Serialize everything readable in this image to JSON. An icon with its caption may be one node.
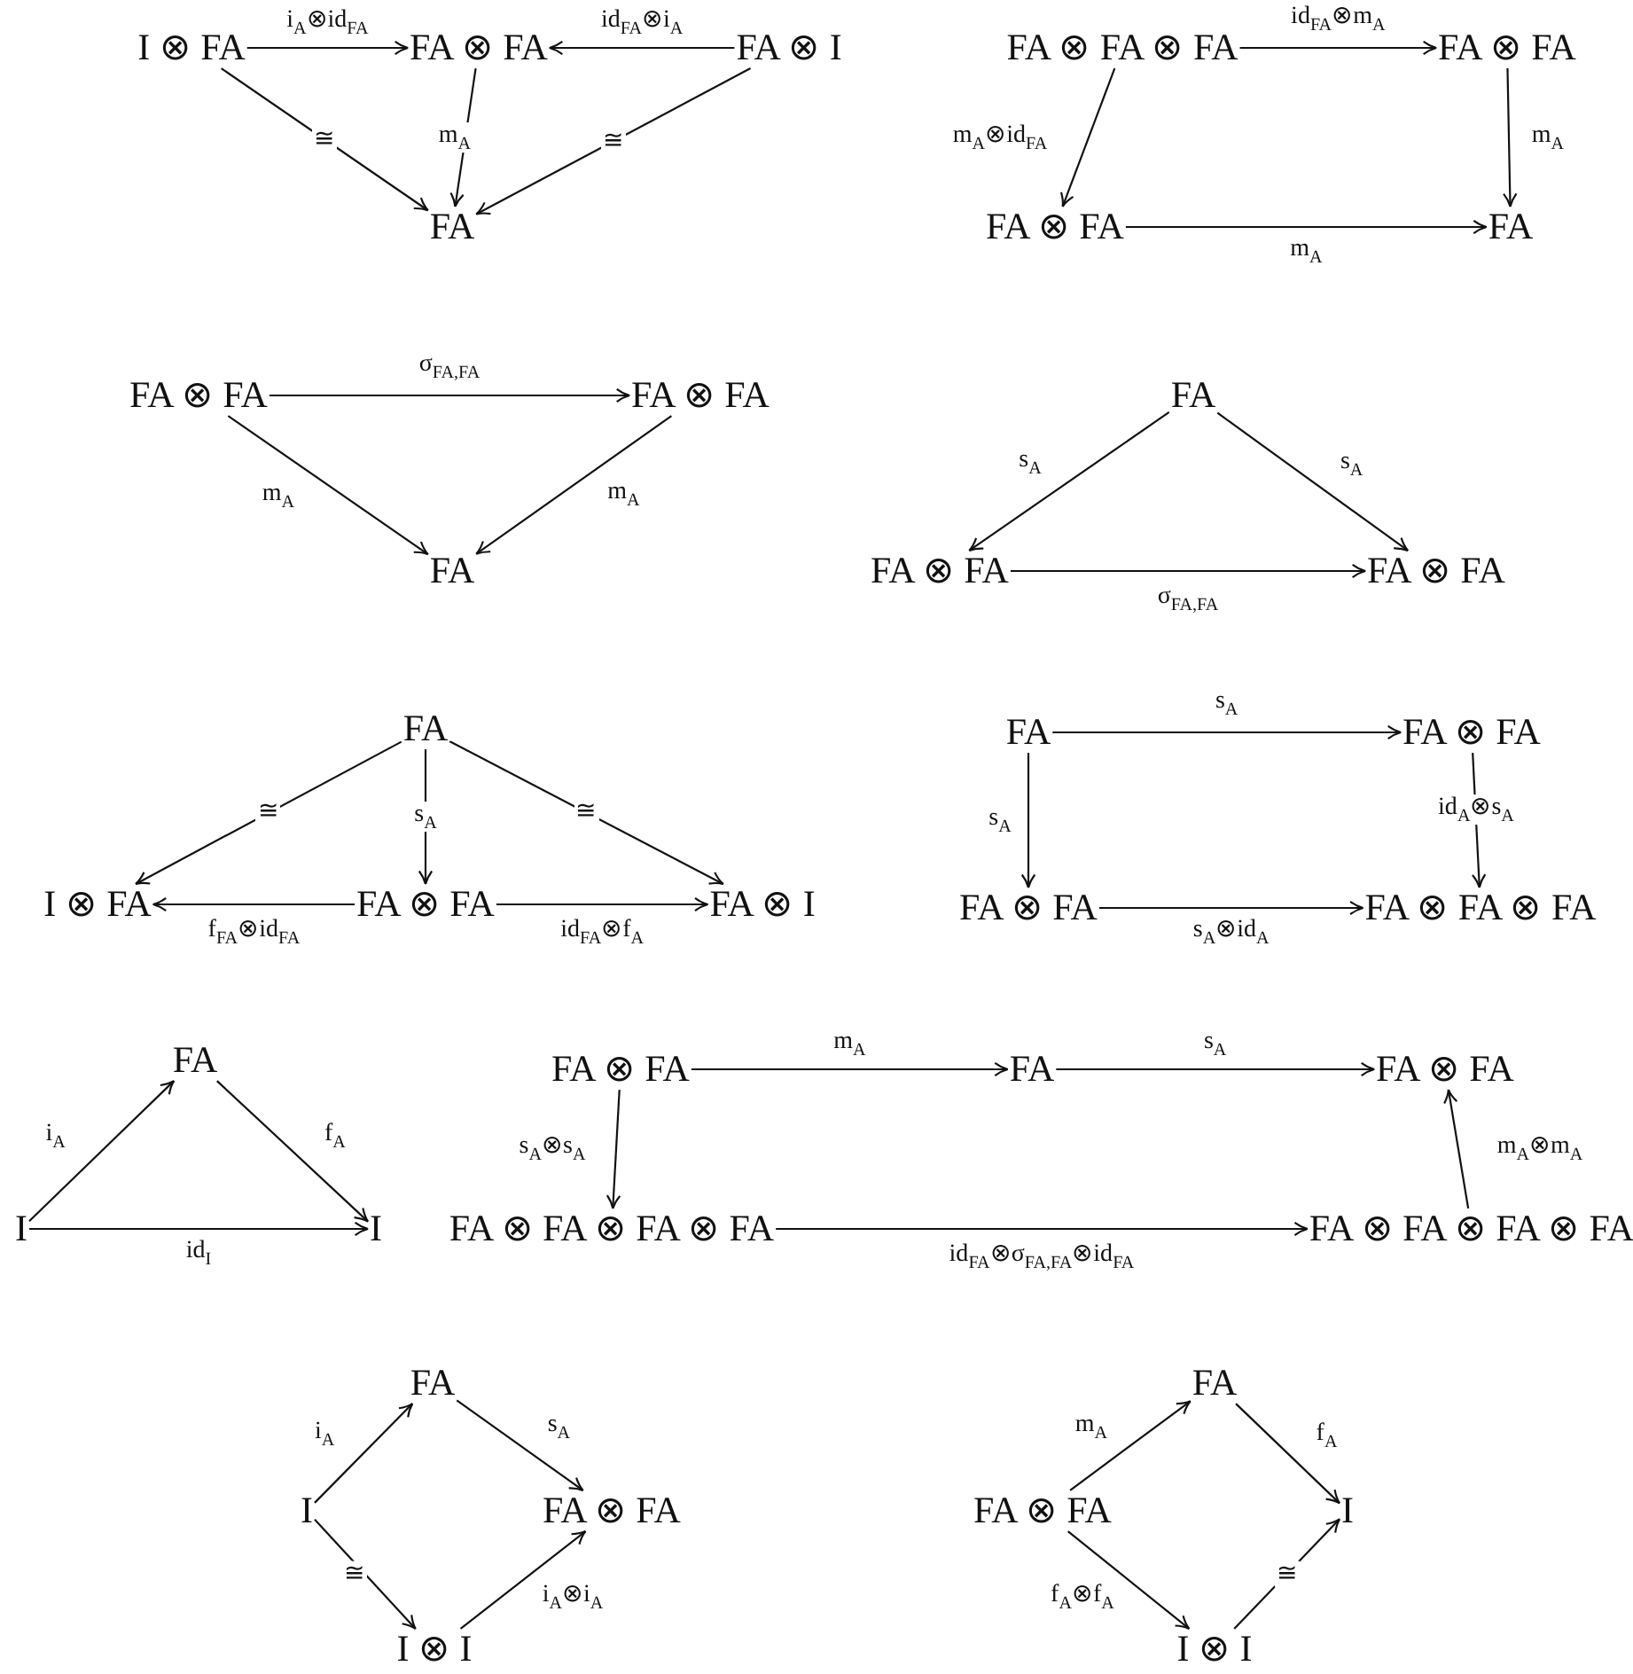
{
  "diagram": {
    "nodes": [
      {
        "text": [
          "I ⊗ FA"
        ]
      },
      {
        "text": [
          "FA ⊗ FA"
        ]
      },
      {
        "text": [
          "FA ⊗ I"
        ]
      },
      {
        "text": [
          "FA"
        ]
      },
      {
        "text": [
          "FA ⊗ FA ⊗ FA"
        ]
      },
      {
        "text": [
          "FA ⊗ FA"
        ]
      },
      {
        "text": [
          "FA ⊗ FA"
        ]
      },
      {
        "text": [
          "FA"
        ]
      },
      {
        "text": [
          "FA ⊗ FA"
        ]
      },
      {
        "text": [
          "FA ⊗ FA"
        ]
      },
      {
        "text": [
          "FA"
        ]
      },
      {
        "text": [
          "FA"
        ]
      },
      {
        "text": [
          "FA ⊗ FA"
        ]
      },
      {
        "text": [
          "FA ⊗ FA"
        ]
      },
      {
        "text": [
          "FA"
        ]
      },
      {
        "text": [
          "I ⊗ FA"
        ]
      },
      {
        "text": [
          "FA ⊗ FA"
        ]
      },
      {
        "text": [
          "FA ⊗ I"
        ]
      },
      {
        "text": [
          "FA"
        ]
      },
      {
        "text": [
          "FA ⊗ FA"
        ]
      },
      {
        "text": [
          "FA ⊗ FA"
        ]
      },
      {
        "text": [
          "FA ⊗ FA ⊗ FA"
        ]
      },
      {
        "text": [
          "FA"
        ]
      },
      {
        "text": [
          "I"
        ]
      },
      {
        "text": [
          "I"
        ]
      },
      {
        "text": [
          "FA ⊗ FA"
        ]
      },
      {
        "text": [
          "FA"
        ]
      },
      {
        "text": [
          "FA ⊗ FA"
        ]
      },
      {
        "text": [
          "FA ⊗ FA ⊗ FA ⊗ FA"
        ]
      },
      {
        "text": [
          "FA ⊗ FA ⊗ FA ⊗ FA"
        ]
      },
      {
        "text": [
          "FA"
        ]
      },
      {
        "text": [
          "I"
        ]
      },
      {
        "text": [
          "FA ⊗ FA"
        ]
      },
      {
        "text": [
          "I ⊗ I"
        ]
      },
      {
        "text": [
          "FA"
        ]
      },
      {
        "text": [
          "FA ⊗ FA"
        ]
      },
      {
        "text": [
          "I"
        ]
      },
      {
        "text": [
          "I ⊗ I"
        ]
      }
    ],
    "edges": [
      {
        "from": 0,
        "to": 1,
        "arrow": "to",
        "label": "i$_{A}$⊗id$_{FA}$"
      },
      {
        "from": 2,
        "to": 1,
        "arrow": "to",
        "label": "id$_{FA}$⊗i$_{A}$"
      },
      {
        "from": 0,
        "to": 3,
        "arrow": "to",
        "label": "≅"
      },
      {
        "from": 1,
        "to": 3,
        "arrow": "to",
        "label": "m$_{A}$"
      },
      {
        "from": 2,
        "to": 3,
        "arrow": "to",
        "label": "≅"
      },
      {
        "from": 4,
        "to": 5,
        "arrow": "to",
        "label": "id$_{FA}$⊗m$_{A}$"
      },
      {
        "from": 4,
        "to": 6,
        "arrow": "to",
        "label": "m$_{A}$⊗id$_{FA}$"
      },
      {
        "from": 5,
        "to": 7,
        "arrow": "to",
        "label": "m$_{A}$"
      },
      {
        "from": 6,
        "to": 7,
        "arrow": "to",
        "label": "m$_{A}$"
      },
      {
        "from": 8,
        "to": 9,
        "arrow": "to",
        "label": "σ$_{FA,FA}$"
      },
      {
        "from": 8,
        "to": 10,
        "arrow": "to",
        "label": "m$_{A}$"
      },
      {
        "from": 9,
        "to": 10,
        "arrow": "to",
        "label": "m$_{A}$"
      },
      {
        "from": 11,
        "to": 12,
        "arrow": "to",
        "label": "s$_{A}$"
      },
      {
        "from": 11,
        "to": 13,
        "arrow": "to",
        "label": "s$_{A}$"
      },
      {
        "from": 12,
        "to": 13,
        "arrow": "to",
        "label": "σ$_{FA,FA}$"
      },
      {
        "from": 14,
        "to": 15,
        "arrow": "to",
        "label": "≅"
      },
      {
        "from": 14,
        "to": 16,
        "arrow": "to",
        "label": "s$_{A}$"
      },
      {
        "from": 14,
        "to": 17,
        "arrow": "to",
        "label": "≅"
      },
      {
        "from": 16,
        "to": 15,
        "arrow": "to",
        "label": "f$_{FA}$⊗id$_{FA}$"
      },
      {
        "from": 16,
        "to": 17,
        "arrow": "to",
        "label": "id$_{FA}$⊗f$_{A}$"
      },
      {
        "from": 18,
        "to": 19,
        "arrow": "to",
        "label": "s$_{A}$"
      },
      {
        "from": 18,
        "to": 20,
        "arrow": "to",
        "label": "s$_{A}$"
      },
      {
        "from": 19,
        "to": 21,
        "arrow": "to",
        "label": "id$_{A}$⊗s$_{A}$"
      },
      {
        "from": 20,
        "to": 21,
        "arrow": "to",
        "label": "s$_{A}$⊗id$_{A}$"
      },
      {
        "from": 23,
        "to": 22,
        "arrow": "to",
        "label": "i$_{A}$"
      },
      {
        "from": 22,
        "to": 24,
        "arrow": "to",
        "label": "f$_{A}$"
      },
      {
        "from": 23,
        "to": 24,
        "arrow": "to",
        "label": "id$_{I}$"
      },
      {
        "from": 25,
        "to": 26,
        "arrow": "to",
        "label": "m$_{A}$"
      },
      {
        "from": 26,
        "to": 27,
        "arrow": "to",
        "label": "s$_{A}$"
      },
      {
        "from": 25,
        "to": 28,
        "arrow": "to",
        "label": "s$_{A}$⊗s$_{A}$"
      },
      {
        "from": 28,
        "to": 29,
        "arrow": "to",
        "label": "id$_{FA}$⊗σ$_{FA,FA}$⊗id$_{FA}$"
      },
      {
        "from": 29,
        "to": 27,
        "arrow": "to",
        "label": "m$_{A}$⊗m$_{A}$"
      },
      {
        "from": 31,
        "to": 30,
        "arrow": "to",
        "label": "i$_{A}$"
      },
      {
        "from": 30,
        "to": 32,
        "arrow": "to",
        "label": "s$_{A}$"
      },
      {
        "from": 31,
        "to": 33,
        "arrow": "to",
        "label": "≅"
      },
      {
        "from": 33,
        "to": 32,
        "arrow": "to",
        "label": "i$_{A}$⊗i$_{A}$"
      },
      {
        "from": 35,
        "to": 34,
        "arrow": "to",
        "label": "m$_{A}$"
      },
      {
        "from": 34,
        "to": 36,
        "arrow": "to",
        "label": "f$_{A}$"
      },
      {
        "from": 35,
        "to": 37,
        "arrow": "to",
        "label": "f$_{A}$⊗f$_{A}$"
      },
      {
        "from": 37,
        "to": 36,
        "arrow": "to",
        "label": "≅"
      }
    ]
  }
}
